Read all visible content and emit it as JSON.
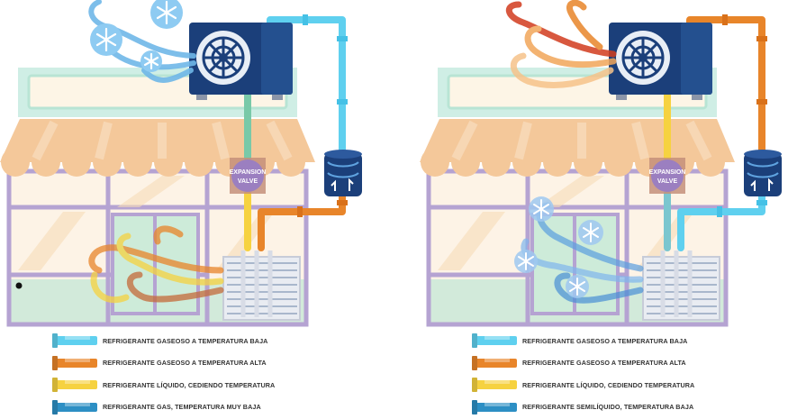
{
  "colors": {
    "cold_gas": "#5fd0ef",
    "hot_gas": "#e8852a",
    "liquid": "#f6d240",
    "very_cold": "#2d8fc4",
    "unit": "#1b3f7a",
    "awning": "#f4c89a",
    "frame": "#b5a3d2",
    "valve": "#9b7fc0"
  },
  "left": {
    "valve_line1": "EXPANSION",
    "valve_line2": "VALVE",
    "legend": [
      {
        "color": "cold_gas",
        "label": "REFRIGERANTE GASEOSO A TEMPERATURA BAJA"
      },
      {
        "color": "hot_gas",
        "label": "REFRIGERANTE GASEOSO A TEMPERATURA ALTA"
      },
      {
        "color": "liquid",
        "label": "REFRIGERANTE LÍQUIDO, CEDIENDO TEMPERATURA"
      },
      {
        "color": "very_cold",
        "label": "REFRIGERANTE GAS, TEMPERATURA MUY BAJA"
      }
    ]
  },
  "right": {
    "valve_line1": "EXPANSION",
    "valve_line2": "VALVE",
    "legend": [
      {
        "color": "cold_gas",
        "label": "REFRIGERANTE GASEOSO A TEMPERATURA BAJA"
      },
      {
        "color": "hot_gas",
        "label": "REFRIGERANTE GASEOSO A TEMPERATURA ALTA"
      },
      {
        "color": "liquid",
        "label": "REFRIGERANTE LÍQUIDO, CEDIENDO TEMPERATURA"
      },
      {
        "color": "very_cold",
        "label": "REFRIGERANTE SEMILÍQUIDO, TEMPERATURA BAJA"
      }
    ]
  }
}
